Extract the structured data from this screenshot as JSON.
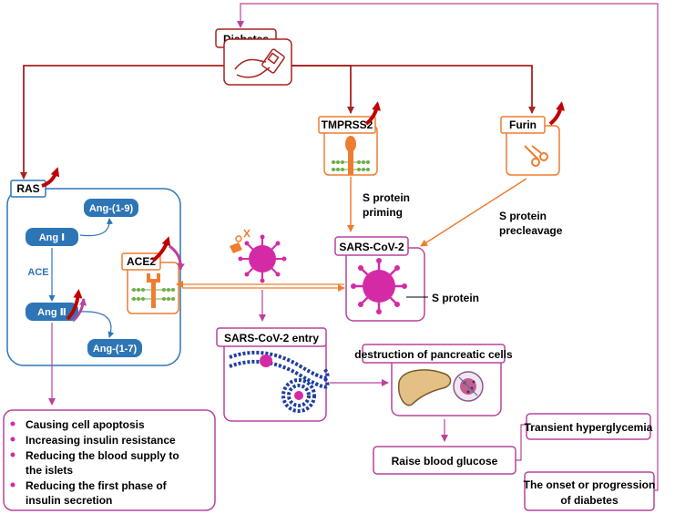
{
  "colors": {
    "dark_red": "#A8221F",
    "orange": "#ED7D31",
    "blue": "#2E75B6",
    "magenta": "#B8439C",
    "virus": "#D52AA6",
    "red_arrow": "#C00000"
  },
  "diabetes": {
    "label": "Diabetes"
  },
  "tmprss2": {
    "label": "TMPRSS2"
  },
  "furin": {
    "label": "Furin"
  },
  "ras": {
    "label": "RAS",
    "ang_1_9": "Ang-(1-9)",
    "ang_i": "Ang Ⅰ",
    "ace": "ACE",
    "ang_ii": "Ang Ⅱ",
    "ang_1_7": "Ang-(1-7)",
    "ace2": "ACE2"
  },
  "s_priming": {
    "line1": "S protein",
    "line2": "priming"
  },
  "s_precleavage": {
    "line1": "S protein",
    "line2": "precleavage"
  },
  "sars": {
    "label": "SARS-CoV-2",
    "s_protein": "S protein"
  },
  "entry": {
    "label": "SARS-CoV-2 entry"
  },
  "pancreas": {
    "label": "destruction of pancreatic cells"
  },
  "glucose": {
    "label": "Raise blood glucose"
  },
  "transient": {
    "label": "Transient hyperglycemia"
  },
  "onset": {
    "line1": "The onset or progression",
    "line2": "of diabetes"
  },
  "effects": {
    "items": [
      {
        "line1": "Causing cell apoptosis",
        "line2": ""
      },
      {
        "line1": "Increasing insulin resistance",
        "line2": ""
      },
      {
        "line1": "Reducing the blood supply to",
        "line2": "the islets"
      },
      {
        "line1": "Reducing the first phase of",
        "line2": "insulin secretion"
      }
    ]
  }
}
